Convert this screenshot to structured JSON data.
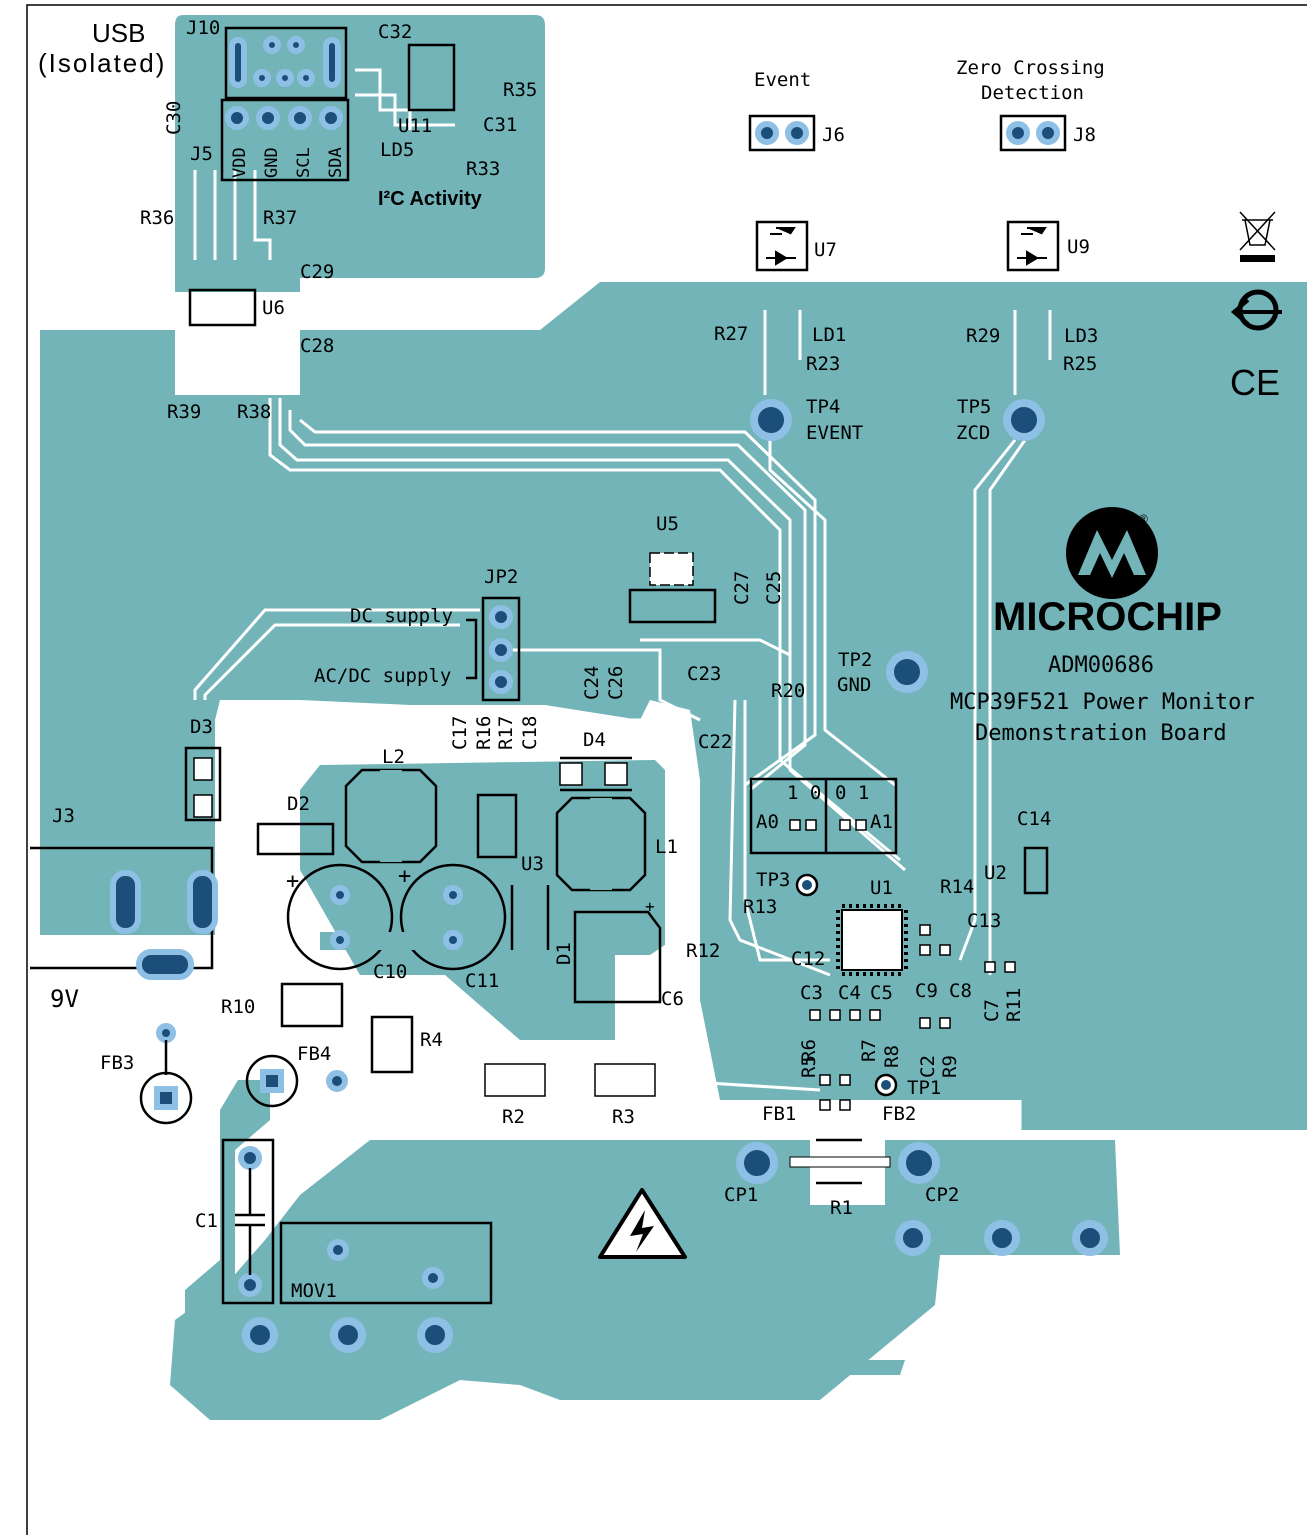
{
  "board": {
    "usb_title": "USB",
    "usb_subtitle": "(Isolated)",
    "i2c_activity": "I²C Activity",
    "event_label": "Event",
    "zcd_label_1": "Zero Crossing",
    "zcd_label_2": "Detection",
    "dc_supply": "DC supply",
    "acdc_supply": "AC/DC supply",
    "v9": "9V",
    "brand": "MICROCHIP",
    "part_number": "ADM00686",
    "product_line_1": "MCP39F521 Power Monitor",
    "product_line_2": "Demonstration Board",
    "ce_mark": "CE",
    "registered": "®",
    "j5_pins": [
      "VDD",
      "GND",
      "SCL",
      "SDA"
    ],
    "jumper_marks": [
      "1 0",
      "0 1"
    ]
  },
  "designators": {
    "J10": "J10",
    "C32": "C32",
    "R35": "R35",
    "C30": "C30",
    "U11": "U11",
    "C31": "C31",
    "J5": "J5",
    "LD5": "LD5",
    "R33": "R33",
    "R36": "R36",
    "R37": "R37",
    "C29": "C29",
    "U6": "U6",
    "C28": "C28",
    "R39": "R39",
    "R38": "R38",
    "J6": "J6",
    "U7": "U7",
    "R27": "R27",
    "LD1": "LD1",
    "R23": "R23",
    "TP4": "TP4",
    "EVENT": "EVENT",
    "J8": "J8",
    "U9": "U9",
    "R29": "R29",
    "LD3": "LD3",
    "R25": "R25",
    "TP5": "TP5",
    "ZCD": "ZCD",
    "U5": "U5",
    "JP2": "JP2",
    "C27": "C27",
    "C25": "C25",
    "C24": "C24",
    "C26": "C26",
    "C23": "C23",
    "R20": "R20",
    "C22": "C22",
    "TP2": "TP2",
    "GND": "GND",
    "D3": "D3",
    "C17": "C17",
    "R16": "R16",
    "R17": "R17",
    "C18": "C18",
    "D4": "D4",
    "L2": "L2",
    "D2": "D2",
    "J3": "J3",
    "U3": "U3",
    "L1": "L1",
    "A0": "A0",
    "A1": "A1",
    "C14": "C14",
    "TP3": "TP3",
    "U1": "U1",
    "R14": "R14",
    "U2": "U2",
    "R13": "R13",
    "C13": "C13",
    "C12": "C12",
    "C10": "C10",
    "C11": "C11",
    "D1": "D1",
    "R12": "R12",
    "C6": "C6",
    "R10": "R10",
    "C3": "C3",
    "C4": "C4",
    "C5": "C5",
    "C9": "C9",
    "C8": "C8",
    "C7": "C7",
    "R11": "R11",
    "R4": "R4",
    "R6": "R6",
    "R5": "R5",
    "R7": "R7",
    "R8": "R8",
    "C2": "C2",
    "R9": "R9",
    "FB3": "FB3",
    "FB4": "FB4",
    "TP1": "TP1",
    "R2": "R2",
    "R3": "R3",
    "FB1": "FB1",
    "FB2": "FB2",
    "CP1": "CP1",
    "CP2": "CP2",
    "R1": "R1",
    "C1": "C1",
    "MOV1": "MOV1"
  },
  "colors": {
    "copper": "#72b4b8",
    "pad_ring": "#8ec0e6",
    "pad_core": "#1b4f7a",
    "trace": "#ffffff",
    "silkscreen": "#000000"
  },
  "icons": [
    "weee-icon",
    "recycle-icon",
    "ce-mark-icon",
    "high-voltage-warning-icon",
    "microchip-logo-icon"
  ]
}
